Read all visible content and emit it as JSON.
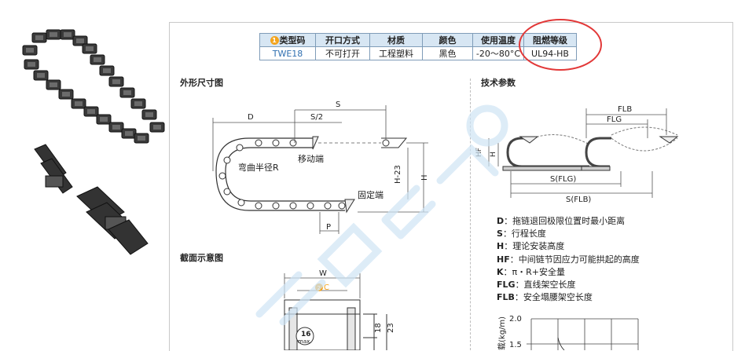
{
  "table": {
    "headers": [
      "类型码",
      "开口方式",
      "材质",
      "颜色",
      "使用温度",
      "阻燃等级"
    ],
    "header_badge": "1",
    "row": [
      "TWE18",
      "不可打开",
      "工程塑料",
      "黑色",
      "-20～80°C",
      "UL94-HB"
    ]
  },
  "sections": {
    "outline": "外形尺寸图",
    "section_view": "截面示意图",
    "tech_params": "技术参数"
  },
  "outline_diagram": {
    "dim_S": "S",
    "dim_D": "D",
    "dim_S2": "S/2",
    "dim_H23": "H-23",
    "dim_H": "H",
    "dim_P": "P",
    "label_bend_radius": "弯曲半径R",
    "label_moving_end": "移动端",
    "label_fixed_end": "固定端"
  },
  "section_diagram": {
    "dim_W": "W",
    "dim_C": "C",
    "dim_C_badge": "2",
    "max_size": "16",
    "max_label": "max.",
    "dim_18": "18",
    "dim_23": "23"
  },
  "tech_diagram": {
    "FLB_top": "FLB",
    "FLG_top": "FLG",
    "HF": "HF",
    "H": "H",
    "S_FLG": "S(FLG)",
    "S_FLB": "S(FLB)"
  },
  "params": [
    {
      "sym": "D",
      "text": "：拖链退回极限位置时最小距离"
    },
    {
      "sym": "S",
      "text": "：行程长度"
    },
    {
      "sym": "H",
      "text": "：理论安装高度"
    },
    {
      "sym": "HF",
      "text": "：中间链节因应力可能拱起的高度"
    },
    {
      "sym": "K",
      "text": "：π・R+安全量"
    },
    {
      "sym": "FLG",
      "text": "：直线架空长度"
    },
    {
      "sym": "FLB",
      "text": "：安全塌腰架空长度"
    }
  ],
  "graph": {
    "ylabel": "载(kg/m)",
    "y_ticks": [
      "2.0",
      "1.5"
    ]
  },
  "colors": {
    "table_header_bg": "#d7e6f3",
    "table_border": "#7f9cb8",
    "model_code": "#2f6fb0",
    "badge": "#f4a41c",
    "highlight": "#e23838",
    "watermark": "#cfe4f5"
  }
}
